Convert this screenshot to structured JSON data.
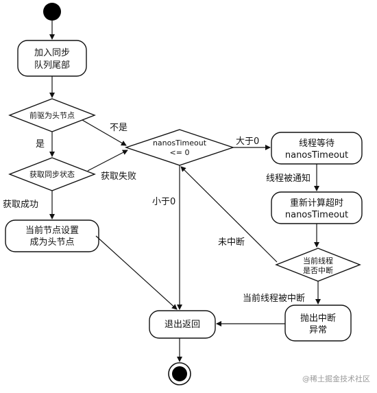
{
  "nodes": {
    "enqueue": [
      "加入同步",
      "队列尾部"
    ],
    "is_prev_head": [
      "前驱为头节点"
    ],
    "get_sync_state": [
      "获取同步状态"
    ],
    "nanos_check": [
      "nanosTimeout",
      "<= 0"
    ],
    "thread_wait": [
      "线程等待",
      "nanosTimeout"
    ],
    "recalc_timeout": [
      "重新计算超时",
      "nanosTimeout"
    ],
    "set_head": [
      "当前节点设置",
      "成为头节点"
    ],
    "is_interrupted": [
      "当前线程",
      "是否中断"
    ],
    "exit_return": [
      "退出返回"
    ],
    "throw_interrupt": [
      "抛出中断",
      "异常"
    ]
  },
  "edge_labels": {
    "not_head": "不是",
    "is_head": "是",
    "get_failed": "获取失败",
    "get_success": "获取成功",
    "greater_zero": "大于0",
    "thread_notified": "线程被通知",
    "less_zero": "小于0",
    "not_interrupted": "未中断",
    "was_interrupted": "当前线程被中断"
  },
  "watermark": "@稀土掘金技术社区"
}
